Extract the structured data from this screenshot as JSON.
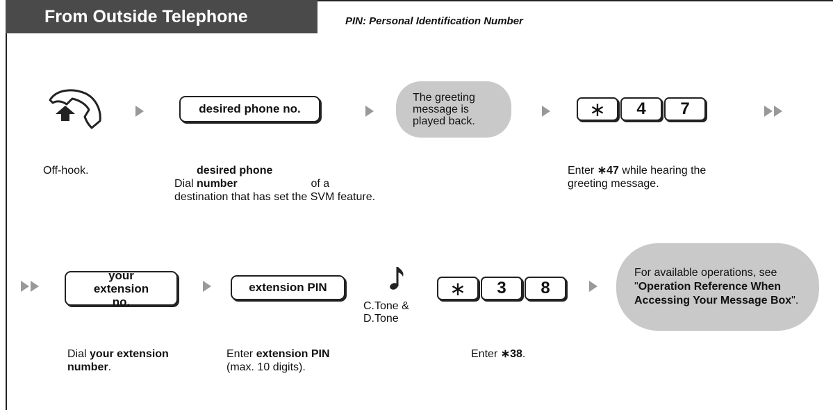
{
  "header": {
    "title": "From Outside Telephone",
    "subtitle": "PIN: Personal Identification Number"
  },
  "row1": {
    "step1_desc": "Off-hook.",
    "step2_box": "desired phone no.",
    "step2_desc_pre": "Dial ",
    "step2_desc_bold": "desired phone number",
    "step2_desc_post": " of a destination that has set the SVM feature.",
    "step3_bubble": "The greeting message is played back.",
    "step4_keys": [
      "∗",
      "4",
      "7"
    ],
    "step4_desc_pre": "Enter ",
    "step4_desc_bold": "∗47",
    "step4_desc_post": " while hearing the greeting message."
  },
  "row2": {
    "step1_box": "your extension no.",
    "step1_desc_pre": "Dial ",
    "step1_desc_bold": "your extension number",
    "step1_desc_post": ".",
    "step2_box": "extension PIN",
    "step2_desc_pre": "Enter ",
    "step2_desc_bold": "extension PIN",
    "step2_desc_post": "(max. 10 digits).",
    "tone_line1": "C.Tone &",
    "tone_line2": "D.Tone",
    "step3_keys": [
      "∗",
      "3",
      "8"
    ],
    "step3_desc_pre": "Enter ",
    "step3_desc_bold": "∗38",
    "step3_desc_post": ".",
    "bubble_pre": "For available operations, see \"",
    "bubble_bold": "Operation Reference When Accessing Your Message Box",
    "bubble_post": "\"."
  },
  "icons": {
    "handset": "off-hook-handset-icon",
    "tone": "music-note-icon"
  }
}
